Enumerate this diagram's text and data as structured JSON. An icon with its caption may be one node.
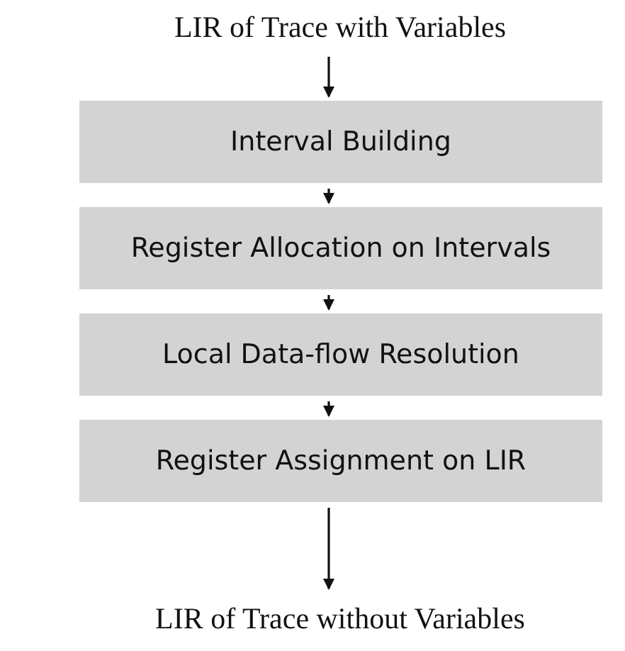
{
  "diagram": {
    "nodes": [
      {
        "text": [
          "LIR of Trace with Variables"
        ]
      },
      {
        "text": [
          "Interval Building"
        ]
      },
      {
        "text": [
          "Register Allocation on Intervals"
        ]
      },
      {
        "text": [
          "Local Data-flow Resolution"
        ]
      },
      {
        "text": [
          "Register Assignment on LIR"
        ]
      },
      {
        "text": [
          "LIR of Trace without Variables"
        ]
      }
    ],
    "edges": [
      {
        "from": 0,
        "to": 1,
        "arrow": "to"
      },
      {
        "from": 1,
        "to": 2,
        "arrow": "to"
      },
      {
        "from": 2,
        "to": 3,
        "arrow": "to"
      },
      {
        "from": 3,
        "to": 4,
        "arrow": "to"
      },
      {
        "from": 4,
        "to": 5,
        "arrow": "to"
      }
    ]
  }
}
